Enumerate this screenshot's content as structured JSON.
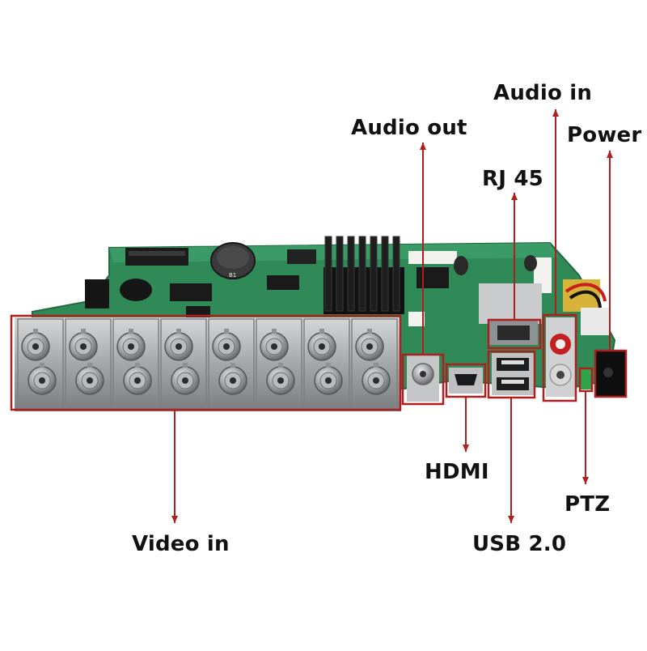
{
  "labels": {
    "audio_in": "Audio in",
    "power": "Power",
    "audio_out": "Audio out",
    "rj45": "RJ 45",
    "hdmi": "HDMI",
    "ptz": "PTZ",
    "usb": "USB 2.0",
    "video_in": "Video in"
  },
  "board": {
    "chip_text": "B1"
  },
  "colors": {
    "pcb": "#2f8a57",
    "pcb_dark": "#1f6a40",
    "callout": "#b01f1f",
    "metal": "#a9acae",
    "heatsink": "#1c1c1c"
  },
  "connectors": {
    "bnc_columns": 8,
    "bnc_rows": 2
  }
}
